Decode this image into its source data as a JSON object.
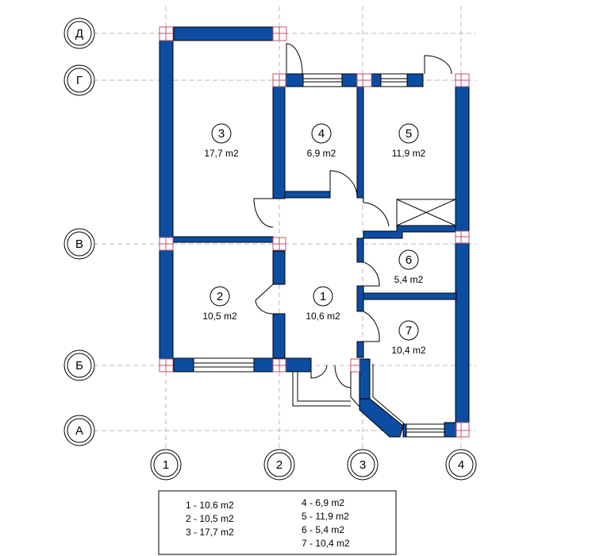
{
  "grid": {
    "rows": [
      {
        "label": "Д"
      },
      {
        "label": "Г"
      },
      {
        "label": "В"
      },
      {
        "label": "Б"
      },
      {
        "label": "А"
      }
    ],
    "columns": [
      {
        "label": "1"
      },
      {
        "label": "2"
      },
      {
        "label": "3"
      },
      {
        "label": "4"
      }
    ]
  },
  "rooms": [
    {
      "number": "1",
      "area": "10,6 m2"
    },
    {
      "number": "2",
      "area": "10,5 m2"
    },
    {
      "number": "3",
      "area": "17,7 m2"
    },
    {
      "number": "4",
      "area": "6,9 m2"
    },
    {
      "number": "5",
      "area": "11,9 m2"
    },
    {
      "number": "6",
      "area": "5,4 m2"
    },
    {
      "number": "7",
      "area": "10,4 m2"
    }
  ],
  "legend": [
    "1  -  10.6 m2",
    "2  -  10,5 m2",
    "3  -  17,7 m2",
    "4  -   6,9 m2",
    "5  -  11,9 m2",
    "6  -   5,4 m2",
    "7  -  10,4 m2"
  ],
  "colors": {
    "wall": "#0d4da1",
    "line": "#000000",
    "grid": "#b8b8b8"
  }
}
